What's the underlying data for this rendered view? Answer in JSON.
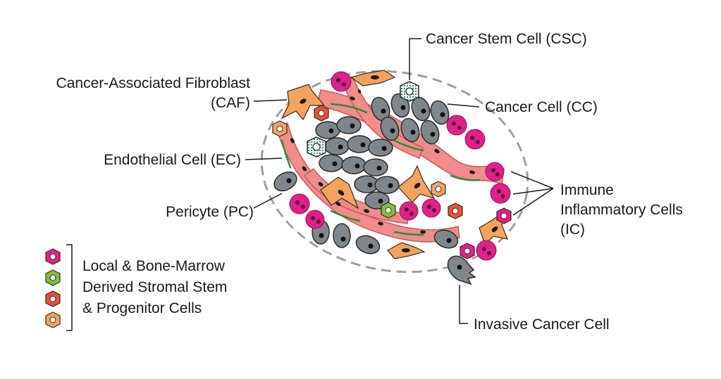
{
  "labels": {
    "csc": "Cancer Stem Cell (CSC)",
    "caf_line1": "Cancer-Associated Fibroblast",
    "caf_line2": "(CAF)",
    "cc": "Cancer Cell (CC)",
    "ec": "Endothelial Cell (EC)",
    "pc": "Pericyte (PC)",
    "ic_line1": "Immune",
    "ic_line2": "Inflammatory Cells",
    "ic_line3": "(IC)",
    "invasive": "Invasive Cancer Cell"
  },
  "legend": {
    "line1": "Local & Bone-Marrow",
    "line2": "Derived Stromal Stem",
    "line3": "& Progenitor Cells",
    "swatches": [
      {
        "name": "magenta",
        "color": "#e0218a"
      },
      {
        "name": "green",
        "color": "#7bc043"
      },
      {
        "name": "red-orange",
        "color": "#e2533a"
      },
      {
        "name": "light-orange",
        "color": "#f2a26a"
      }
    ]
  },
  "colors": {
    "cancer_cell": "#7f878c",
    "vessel": "#f08c8c",
    "fibroblast": "#f4a35f",
    "immune": "#e0218a",
    "pericyte_edge": "#2e8b3a"
  }
}
